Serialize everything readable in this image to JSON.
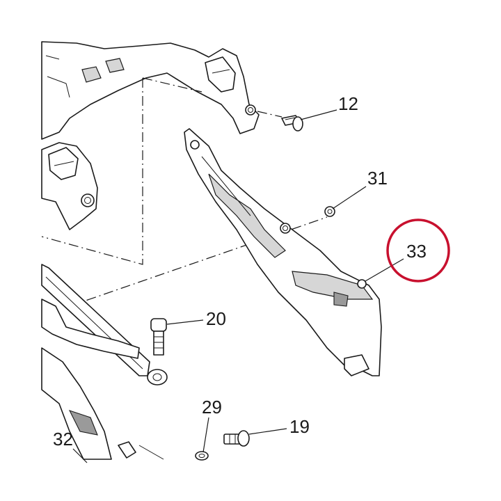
{
  "diagram": {
    "callouts": [
      {
        "id": "c12",
        "text": "12"
      },
      {
        "id": "c31",
        "text": "31"
      },
      {
        "id": "c33",
        "text": "33"
      },
      {
        "id": "c20",
        "text": "20"
      },
      {
        "id": "c29",
        "text": "29"
      },
      {
        "id": "c19",
        "text": "19"
      },
      {
        "id": "c32",
        "text": "32"
      }
    ],
    "highlight": {
      "target": "33",
      "color": "#c8102e"
    },
    "colors": {
      "line": "#1a1a1a",
      "shade": "#d6d6d6",
      "highlight": "#c8102e"
    }
  }
}
